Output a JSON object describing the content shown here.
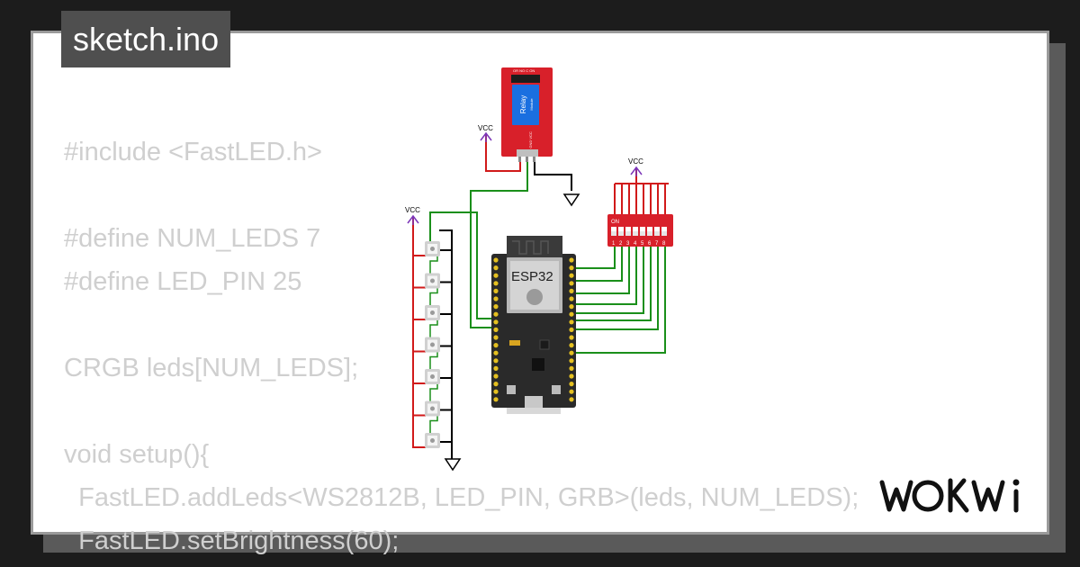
{
  "project": {
    "filename": "sketch.ino"
  },
  "code_preview": {
    "lines": [
      "#include <FastLED.h>",
      "",
      "#define NUM_LEDS 7",
      "#define LED_PIN 25",
      "",
      "CRGB leds[NUM_LEDS];",
      "",
      "void setup(){",
      "  FastLED.addLeds<WS2812B, LED_PIN, GRB>(leds, NUM_LEDS);",
      "  FastLED.setBrightness(60);"
    ]
  },
  "diagram": {
    "vcc_labels": {
      "relay": "VCC",
      "leds": "VCC",
      "dip": "VCC"
    },
    "relay": {
      "label": "Relay",
      "sublabel": "Module",
      "pins_top": "OR  NO  C  ON",
      "pins_side": "IN  GND  VCC"
    },
    "board": {
      "label": "ESP32"
    },
    "dip_switch": {
      "on_label": "ON",
      "positions": [
        "1",
        "2",
        "3",
        "4",
        "5",
        "6",
        "7",
        "8"
      ]
    },
    "led_count": 7
  },
  "brand": {
    "name": "WOKWi"
  },
  "colors": {
    "wire_red": "#d11a1a",
    "wire_green": "#1a8f1a",
    "wire_black": "#000000",
    "vcc": "#7b35b8",
    "relay": "#d8202a",
    "board": "#2a2a2a"
  }
}
